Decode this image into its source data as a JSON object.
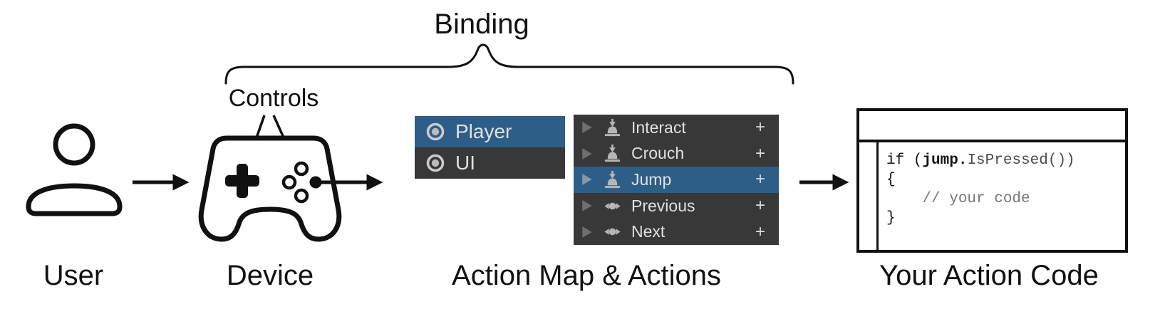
{
  "labels": {
    "binding": "Binding",
    "controls": "Controls",
    "user": "User",
    "device": "Device",
    "action_map": "Action Map & Actions",
    "action_code": "Your Action Code"
  },
  "action_map_panel": {
    "items": [
      {
        "label": "Player",
        "selected": true,
        "icon": "action-map-icon"
      },
      {
        "label": "UI",
        "selected": false,
        "icon": "action-map-icon"
      }
    ]
  },
  "actions_panel": {
    "add_label": "+",
    "items": [
      {
        "label": "Interact",
        "icon": "button-action-icon",
        "selected": false
      },
      {
        "label": "Crouch",
        "icon": "button-action-icon",
        "selected": false
      },
      {
        "label": "Jump",
        "icon": "button-action-icon",
        "selected": true
      },
      {
        "label": "Previous",
        "icon": "axis-action-icon",
        "selected": false
      },
      {
        "label": "Next",
        "icon": "axis-action-icon",
        "selected": false
      }
    ]
  },
  "code": {
    "line1_pre": "if (",
    "line1_keyword": "jump.",
    "line1_post": "IsPressed())",
    "line2": "{",
    "line3": "    // your code",
    "line4": "}"
  },
  "colors": {
    "selection-blue": "#2d5e87",
    "panel-dark": "#383838",
    "panel-text": "#e0e0e0",
    "icon-gray": "#b6b6b6",
    "triangle-gray": "#6f6f6f",
    "comment-gray": "#767676",
    "code-secondary": "#4a4a4a",
    "ink": "#111111"
  }
}
